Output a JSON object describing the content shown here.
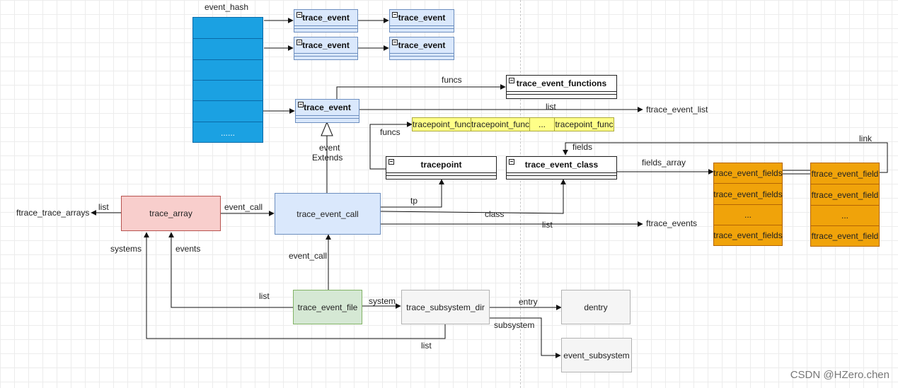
{
  "hash": {
    "label": "event_hash",
    "cells": [
      "",
      "",
      "",
      "",
      "",
      "......"
    ]
  },
  "nodes": {
    "te_a1": "trace_event",
    "te_a2": "trace_event",
    "te_b1": "trace_event",
    "te_b2": "trace_event",
    "te_main": "trace_event",
    "funcs_struct": "trace_event_functions",
    "tracepoint": "tracepoint",
    "event_class": "trace_event_class",
    "trace_array": "trace_array",
    "event_call": "trace_event_call",
    "event_file": "trace_event_file",
    "subsystem_dir": "trace_subsystem_dir",
    "dentry": "dentry",
    "event_subsystem": "event_subsystem"
  },
  "tracepoint_funcs": [
    "tracepoint_func",
    "tracepoint_func",
    "...",
    "tracepoint_func"
  ],
  "trace_event_fields": [
    "trace_event_fields",
    "trace_event_fields",
    "...",
    "trace_event_fields"
  ],
  "ftrace_event_field": [
    "ftrace_event_field",
    "ftrace_event_field",
    "...",
    "ftrace_event_field"
  ],
  "edge_labels": {
    "funcs_top": "funcs",
    "list_main": "list",
    "ftrace_event_list": "ftrace_event_list",
    "funcs_left": "funcs",
    "fields": "fields",
    "link": "link",
    "fields_array": "fields_array",
    "event": "event",
    "extends": "Extends",
    "list_arrays": "list",
    "ftrace_trace_arrays": "ftrace_trace_arrays",
    "event_call_edge": "event_call",
    "tp": "tp",
    "class": "class",
    "list_events": "list",
    "ftrace_events": "ftrace_events",
    "systems": "systems",
    "events": "events",
    "event_call_up": "event_call",
    "list_file": "list",
    "system": "system",
    "entry": "entry",
    "subsystem": "subsystem",
    "list_bottom": "list"
  },
  "colors": {
    "hash_fill": "#1ba1e2",
    "trace_array_fill": "#f8cecc",
    "event_call_fill": "#dae8fc",
    "event_file_fill": "#d5e8d4",
    "grey_fill": "#f5f5f5",
    "yellow_fill": "#ffff88",
    "orange_fill": "#f0a30a"
  },
  "watermark": "CSDN @HZero.chen"
}
